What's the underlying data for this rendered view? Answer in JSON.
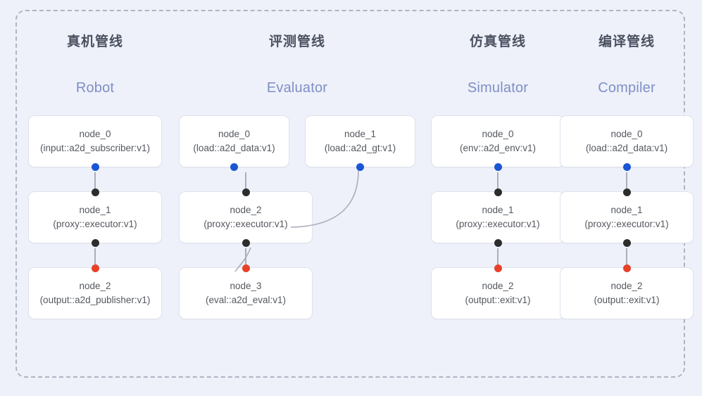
{
  "diagram": {
    "frame_style": "dashed",
    "background_color": "#eef1f9",
    "accent_blue": "#1a56d3",
    "accent_red": "#e8412a",
    "accent_dark": "#2d2d2d",
    "title_en_color": "#7f8fc7",
    "title_cn_color": "#4b5161"
  },
  "columns": [
    {
      "title_cn": "真机管线",
      "title_en": "Robot",
      "rows": [
        [
          {
            "name": "node_0",
            "type": "(input::a2d_subscriber:v1)",
            "ports": {
              "top": null,
              "bottom": "blue"
            }
          }
        ],
        [
          {
            "name": "node_1",
            "type": "(proxy::executor:v1)",
            "ports": {
              "top": "dark",
              "bottom": "dark"
            }
          }
        ],
        [
          {
            "name": "node_2",
            "type": "(output::a2d_publisher:v1)",
            "ports": {
              "top": "red",
              "bottom": null
            }
          }
        ]
      ]
    },
    {
      "title_cn": "评测管线",
      "title_en": "Evaluator",
      "rows": [
        [
          {
            "name": "node_0",
            "type": "(load::a2d_data:v1)",
            "ports": {
              "top": null,
              "bottom": "blue"
            }
          },
          {
            "name": "node_1",
            "type": "(load::a2d_gt:v1)",
            "ports": {
              "top": null,
              "bottom": "blue"
            }
          }
        ],
        [
          {
            "name": "node_2",
            "type": "(proxy::executor:v1)",
            "ports": {
              "top": "dark",
              "bottom": "dark"
            }
          }
        ],
        [
          {
            "name": "node_3",
            "type": "(eval::a2d_eval:v1)",
            "ports": {
              "top": "red",
              "bottom": null
            }
          }
        ]
      ]
    },
    {
      "title_cn": "仿真管线",
      "title_en": "Simulator",
      "rows": [
        [
          {
            "name": "node_0",
            "type": "(env::a2d_env:v1)",
            "ports": {
              "top": null,
              "bottom": "blue"
            }
          }
        ],
        [
          {
            "name": "node_1",
            "type": "(proxy::executor:v1)",
            "ports": {
              "top": "dark",
              "bottom": "dark"
            }
          }
        ],
        [
          {
            "name": "node_2",
            "type": "(output::exit:v1)",
            "ports": {
              "top": "red",
              "bottom": null
            }
          }
        ]
      ]
    },
    {
      "title_cn": "编译管线",
      "title_en": "Compiler",
      "rows": [
        [
          {
            "name": "node_0",
            "type": "(load::a2d_data:v1)",
            "ports": {
              "top": null,
              "bottom": "blue"
            }
          }
        ],
        [
          {
            "name": "node_1",
            "type": "(proxy::executor:v1)",
            "ports": {
              "top": "dark",
              "bottom": "dark"
            }
          }
        ],
        [
          {
            "name": "node_2",
            "type": "(output::exit:v1)",
            "ports": {
              "top": "red",
              "bottom": null
            }
          }
        ]
      ]
    }
  ],
  "curved_edges": [
    {
      "from": "evaluator.node_1",
      "to": "evaluator.node_2"
    },
    {
      "from": "evaluator.node_2",
      "to": "evaluator.node_3"
    }
  ]
}
